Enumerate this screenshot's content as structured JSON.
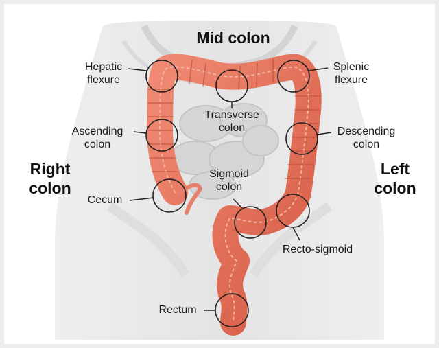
{
  "title": "Mid colon",
  "regions": {
    "right": [
      "Right",
      "colon"
    ],
    "left": [
      "Left",
      "colon"
    ]
  },
  "labels": {
    "hepatic": [
      "Hepatic",
      "flexure"
    ],
    "splenic": [
      "Splenic",
      "flexure"
    ],
    "transverse": [
      "Transverse",
      "colon"
    ],
    "ascending": [
      "Ascending",
      "colon"
    ],
    "descending": [
      "Descending",
      "colon"
    ],
    "sigmoid": [
      "Sigmoid",
      "colon"
    ],
    "cecum": "Cecum",
    "recto_sigmoid": "Recto-sigmoid",
    "rectum": "Rectum"
  },
  "colors": {
    "colon": "#e8735e",
    "colon_dark": "#c9503d",
    "body": "#dcdcdc",
    "marker": "#222222"
  }
}
